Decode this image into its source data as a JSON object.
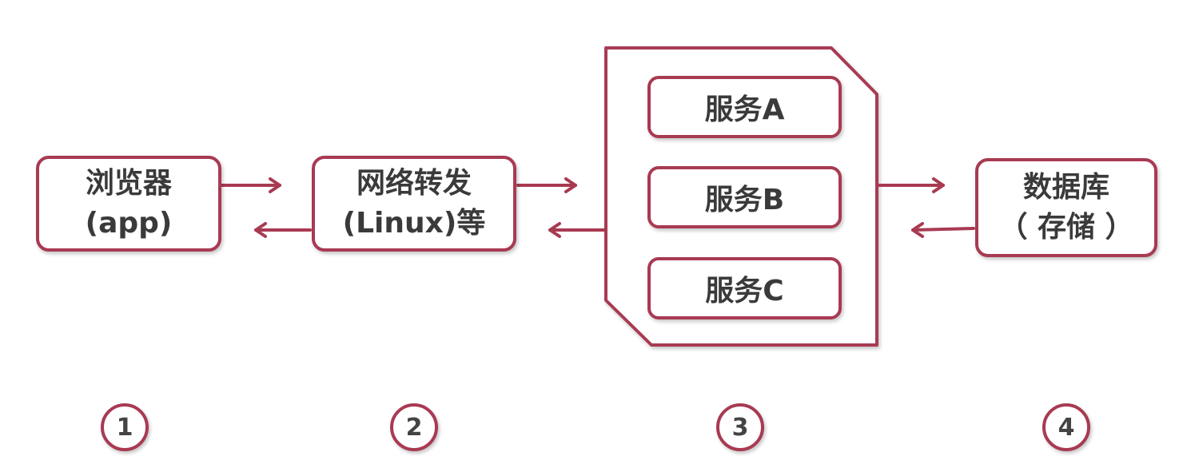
{
  "nodes": {
    "browser": {
      "line1": "浏览器",
      "line2": "(app)"
    },
    "network": {
      "line1": "网络转发",
      "line2": "(Linux)等"
    },
    "services": [
      "服务A",
      "服务B",
      "服务C"
    ],
    "database": {
      "line1": "数据库",
      "line2": "（ 存储 ）"
    }
  },
  "steps": [
    "1",
    "2",
    "3",
    "4"
  ],
  "colors": {
    "accent": "#a83a52",
    "text": "#3a3a3a"
  }
}
